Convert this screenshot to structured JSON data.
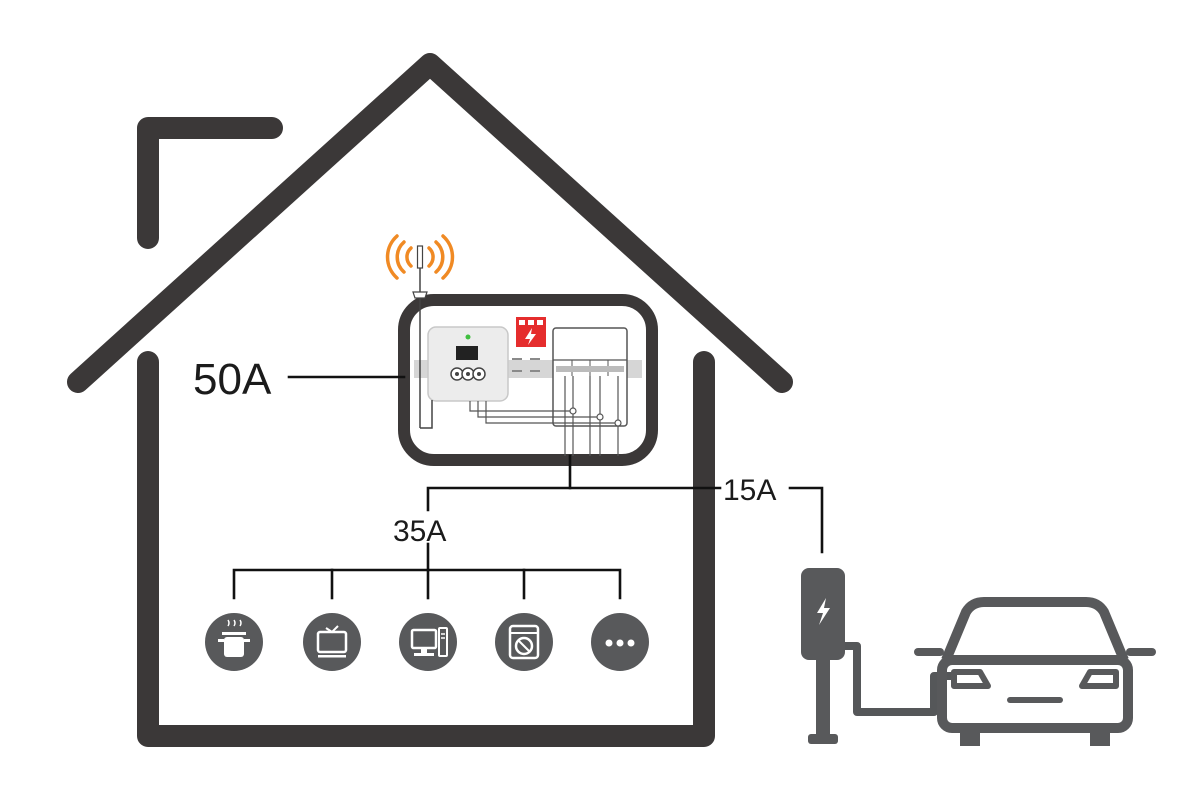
{
  "labels": {
    "main_current": "50A",
    "house_current": "35A",
    "charger_current": "15A"
  },
  "colors": {
    "house": "#3b3838",
    "appliance": "#58595b",
    "signal": "#f08a24",
    "accent_red": "#e52d2d",
    "charger": "#58595b"
  },
  "icons": {
    "antenna": "antenna-signal-icon",
    "meter_sign": "lightning-warning-icon",
    "appliances": [
      "cooking-pot-icon",
      "television-icon",
      "computer-icon",
      "washing-machine-icon",
      "more-dots-icon"
    ],
    "charger": "lightning-bolt-icon",
    "car": "car-icon"
  }
}
